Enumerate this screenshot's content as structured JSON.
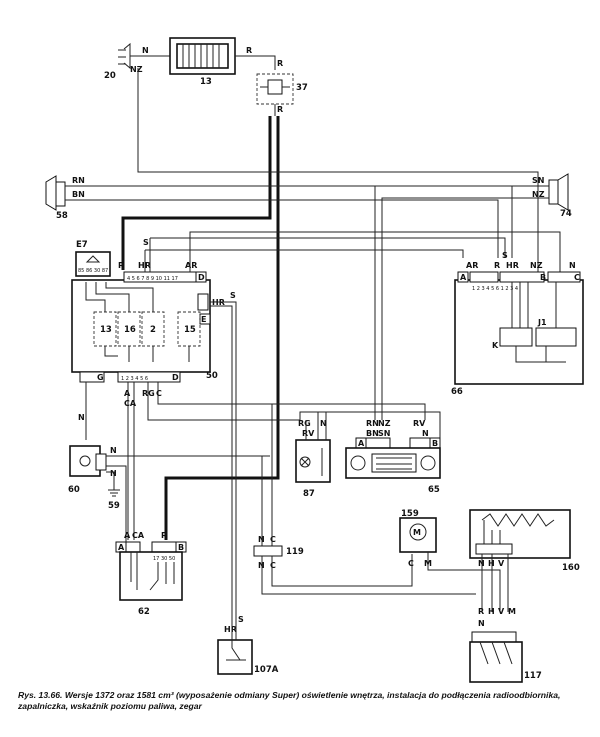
{
  "caption": "Rys. 13.66. Wersje 1372 oraz 1581 cm³ (wyposażenie odmiany Super) oświetlenie wnętrza, instalacja do podłączenia radioodbiornika, zapalniczka, wskaźnik poziomu paliwa, zegar",
  "components": {
    "c13": "13",
    "c20": "20",
    "c37": "37",
    "c50": "50",
    "c58": "58",
    "c59": "59",
    "c60": "60",
    "c62": "62",
    "c65": "65",
    "c66": "66",
    "c74": "74",
    "c87": "87",
    "c107a": "107A",
    "c117": "117",
    "c119": "119",
    "c159": "159",
    "c160": "160",
    "e7": "E7",
    "j1": "J1",
    "k": "K",
    "motor": "M"
  },
  "fuses": [
    "13",
    "16",
    "2",
    "15"
  ],
  "wires": {
    "n": "N",
    "r": "R",
    "nz": "NZ",
    "rn": "RN",
    "bn": "BN",
    "sn": "SN",
    "s": "S",
    "hr": "HR",
    "ar": "AR",
    "ca": "CA",
    "rg": "RG",
    "c": "C",
    "a": "A",
    "rv": "RV",
    "h": "H",
    "v": "V",
    "m": "M"
  },
  "connectors": {
    "a": "A",
    "b": "B",
    "c": "C",
    "d": "D",
    "e": "E",
    "g": "G"
  },
  "pins": {
    "e7": "85 86 30 87",
    "p4_11": "4  5  6  7  8  9  10  11  17",
    "p50b": "1  2  3  4  5  6",
    "p62": "17  30  50",
    "p66": "1  2    3  4  5  6    1  2    3  4"
  }
}
